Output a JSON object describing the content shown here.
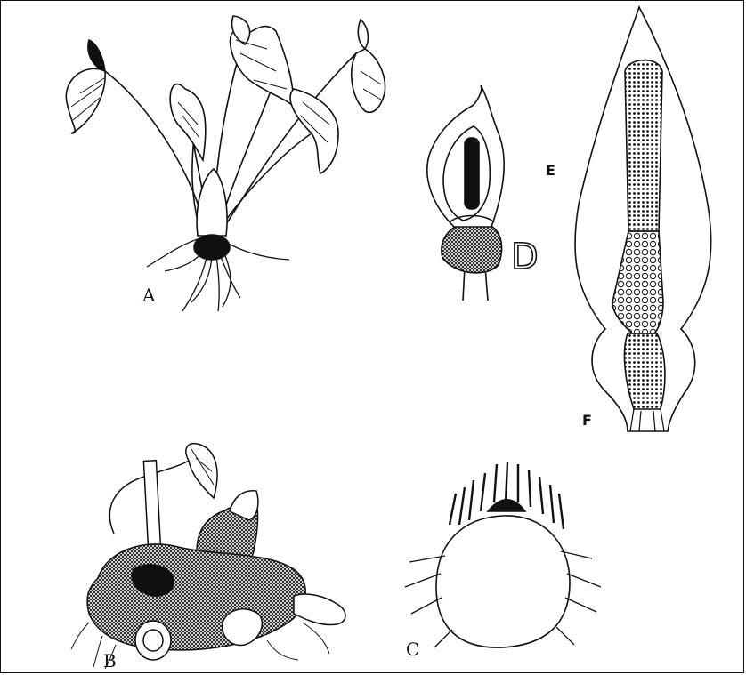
{
  "labels": {
    "A": "A",
    "B": "B",
    "C": "C",
    "D": "D",
    "E": "E",
    "F": "F"
  },
  "colors": {
    "ink": "#111111",
    "paper": "#ffffff"
  }
}
